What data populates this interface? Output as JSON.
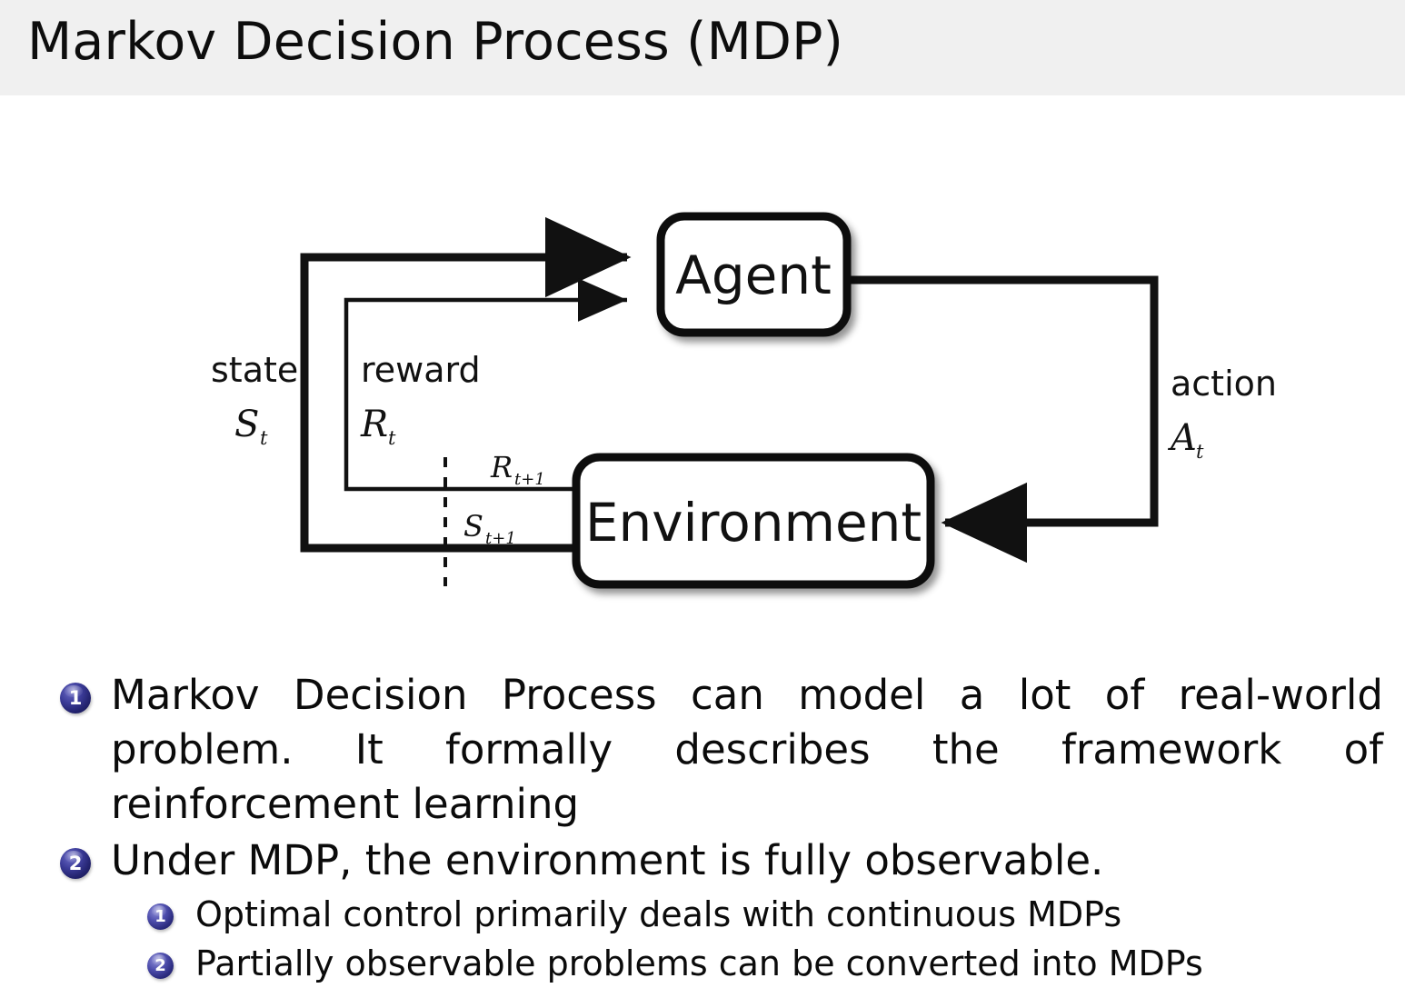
{
  "slide": {
    "title": "Markov Decision Process (MDP)",
    "header_bg": "#f0f0f0",
    "text_color": "#0b0b0b",
    "bullet_color": "#23236e"
  },
  "diagram": {
    "name": "agent-environment-interaction-loop",
    "nodes": [
      {
        "id": "agent",
        "label": "Agent"
      },
      {
        "id": "environment",
        "label": "Environment"
      }
    ],
    "edges": [
      {
        "id": "state-loop",
        "word": "state",
        "symbol": "S",
        "subscript": "t",
        "from": "environment",
        "to": "agent",
        "style": "thick"
      },
      {
        "id": "reward-loop",
        "word": "reward",
        "symbol": "R",
        "subscript": "t",
        "from": "environment",
        "to": "agent",
        "style": "thin"
      },
      {
        "id": "action-loop",
        "word": "action",
        "symbol": "A",
        "subscript": "t",
        "from": "agent",
        "to": "environment",
        "style": "thick"
      },
      {
        "id": "reward-next",
        "word": "",
        "symbol": "R",
        "subscript": "t+1",
        "from": "environment",
        "to": "time-divider",
        "style": "thin"
      },
      {
        "id": "state-next",
        "word": "",
        "symbol": "S",
        "subscript": "t+1",
        "from": "environment",
        "to": "time-divider",
        "style": "thick"
      }
    ],
    "labels": {
      "state_word": "state",
      "state_symbol": "S",
      "state_sub": "t",
      "reward_word": "reward",
      "reward_symbol": "R",
      "reward_sub": "t",
      "action_word": "action",
      "action_symbol": "A",
      "action_sub": "t",
      "reward_next_symbol": "R",
      "reward_next_sub": "t+1",
      "state_next_symbol": "S",
      "state_next_sub": "t+1"
    },
    "time_divider": "dashed-vertical-line"
  },
  "bullets": [
    {
      "level": 1,
      "marker": "1",
      "text": "Markov Decision Process can model a lot of real-world problem. It formally describes the framework of reinforcement learning"
    },
    {
      "level": 1,
      "marker": "2",
      "text": "Under MDP, the environment is fully observable."
    },
    {
      "level": 2,
      "marker": "1",
      "text": "Optimal control primarily deals with continuous MDPs"
    },
    {
      "level": 2,
      "marker": "2",
      "text": "Partially observable problems can be converted into MDPs"
    }
  ]
}
